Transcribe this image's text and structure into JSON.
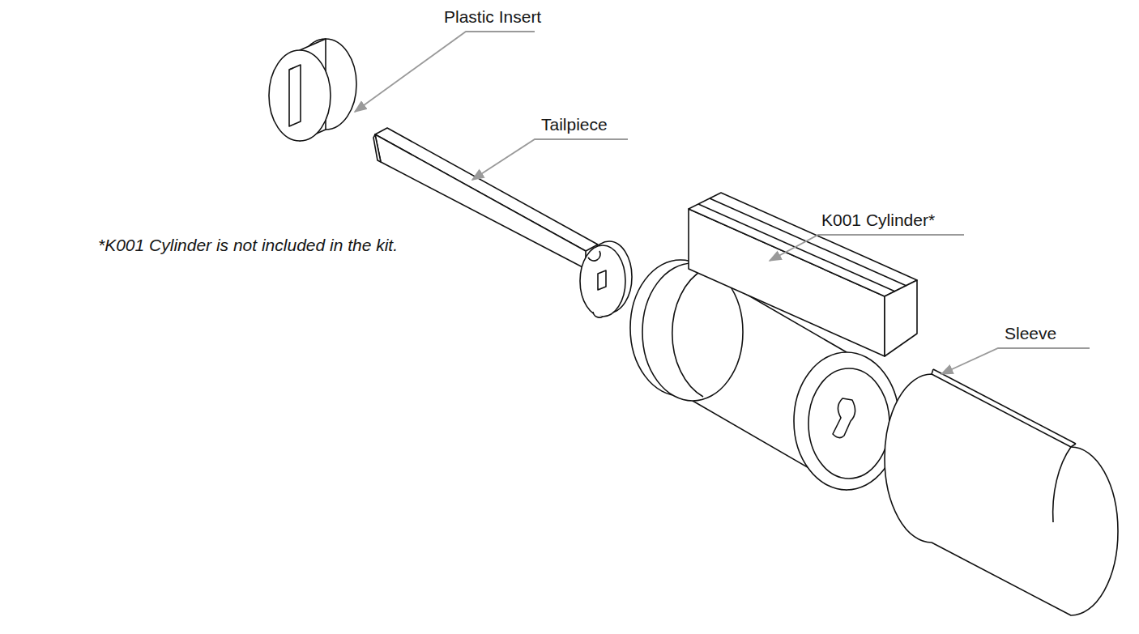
{
  "diagram": {
    "labels": [
      "Plastic Insert",
      "Tailpiece",
      "K001 Cylinder*",
      "*K001 Cylinder is not included in the kit.",
      "Sleeve"
    ]
  }
}
